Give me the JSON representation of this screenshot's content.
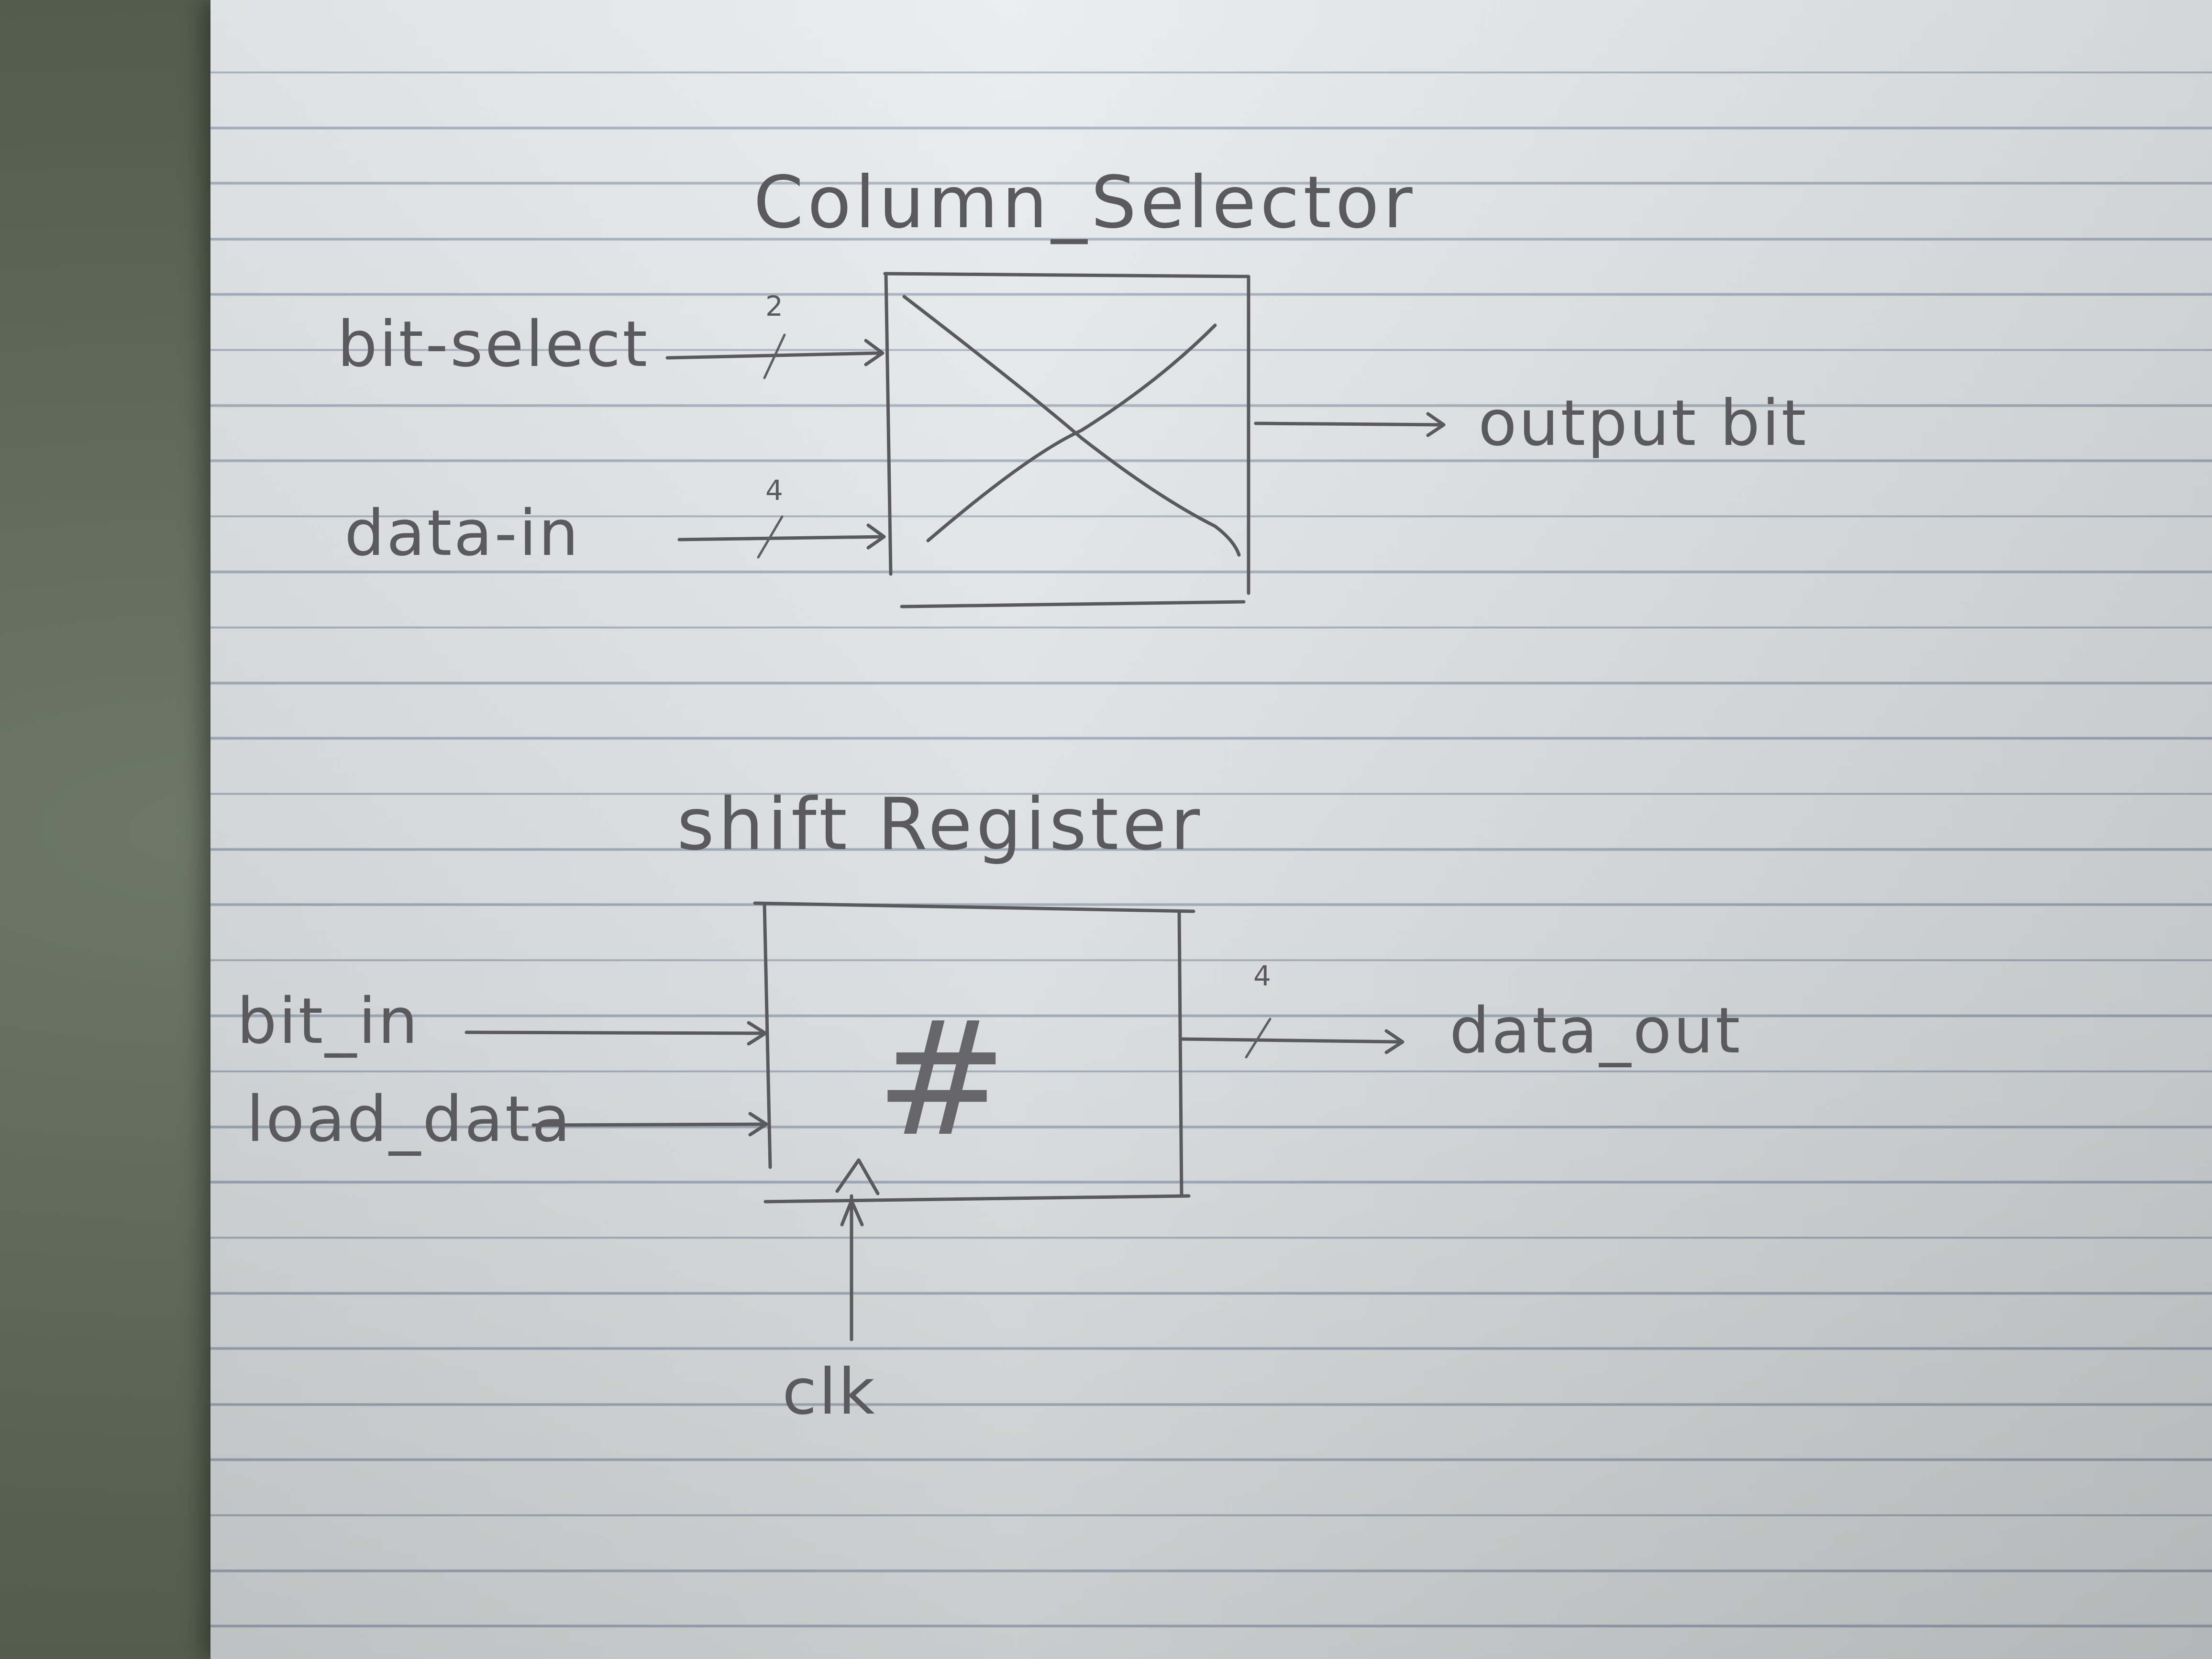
{
  "column_selector": {
    "title": "Column_Selector",
    "inputs": [
      {
        "label": "bit-select",
        "width": "2"
      },
      {
        "label": "data-in",
        "width": "4"
      }
    ],
    "output": {
      "label": "output bit"
    }
  },
  "shift_register": {
    "title": "shift Register",
    "symbol": "#",
    "inputs": [
      {
        "label": "bit_in"
      },
      {
        "label": "load_data"
      }
    ],
    "output": {
      "label": "data_out",
      "width": "4"
    },
    "clock": {
      "label": "clk"
    }
  }
}
